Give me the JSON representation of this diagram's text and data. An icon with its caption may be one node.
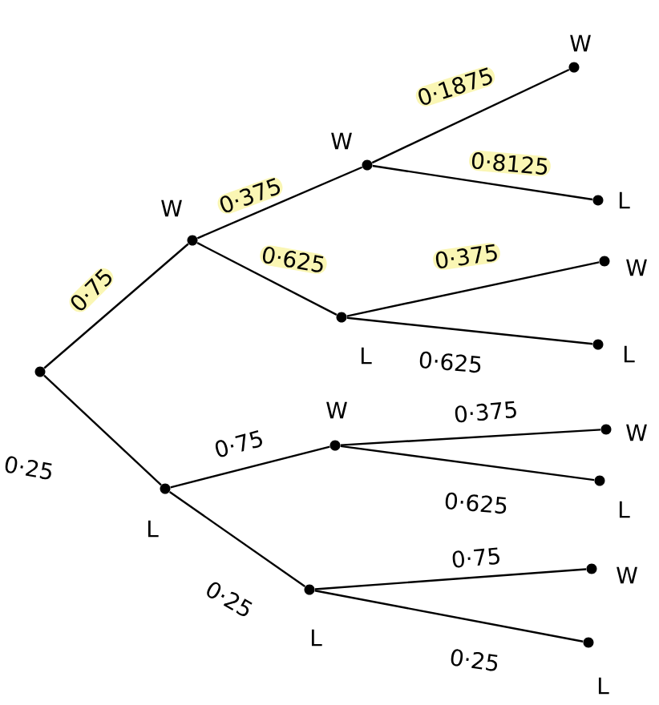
{
  "diagram": {
    "nodes": [
      {
        "text": [],
        "shape": "circle"
      },
      {
        "text": [],
        "shape": "circle",
        "beside": [
          "W"
        ]
      },
      {
        "text": [],
        "shape": "circle",
        "beside": [
          "W"
        ]
      },
      {
        "text": [],
        "shape": "circle",
        "beside": [
          "W"
        ]
      },
      {
        "text": [],
        "shape": "circle",
        "beside": [
          "L"
        ]
      },
      {
        "text": [],
        "shape": "circle",
        "beside": [
          "L"
        ]
      },
      {
        "text": [],
        "shape": "circle",
        "beside": [
          "W"
        ]
      },
      {
        "text": [],
        "shape": "circle",
        "beside": [
          "L"
        ]
      },
      {
        "text": [],
        "shape": "circle",
        "beside": [
          "L"
        ]
      },
      {
        "text": [],
        "shape": "circle",
        "beside": [
          "W"
        ]
      },
      {
        "text": [],
        "shape": "circle",
        "beside": [
          "W"
        ]
      },
      {
        "text": [],
        "shape": "circle",
        "beside": [
          "L"
        ]
      },
      {
        "text": [],
        "shape": "circle",
        "beside": [
          "L"
        ]
      },
      {
        "text": [],
        "shape": "circle",
        "beside": [
          "W"
        ]
      },
      {
        "text": [],
        "shape": "circle",
        "beside": [
          "L"
        ]
      }
    ],
    "edges": [
      {
        "from": 0,
        "to": 1,
        "arrow": "none",
        "label": "0·75"
      },
      {
        "from": 0,
        "to": 8,
        "arrow": "none",
        "label": "0·25"
      },
      {
        "from": 1,
        "to": 2,
        "arrow": "none",
        "label": "0·375"
      },
      {
        "from": 1,
        "to": 5,
        "arrow": "none",
        "label": "0·625"
      },
      {
        "from": 2,
        "to": 3,
        "arrow": "none",
        "label": "0·1875"
      },
      {
        "from": 2,
        "to": 4,
        "arrow": "none",
        "label": "0·8125"
      },
      {
        "from": 5,
        "to": 6,
        "arrow": "none",
        "label": "0·375"
      },
      {
        "from": 5,
        "to": 7,
        "arrow": "none",
        "label": "0·625"
      },
      {
        "from": 8,
        "to": 9,
        "arrow": "none",
        "label": "0·75"
      },
      {
        "from": 8,
        "to": 12,
        "arrow": "none",
        "label": "0·25"
      },
      {
        "from": 9,
        "to": 10,
        "arrow": "none",
        "label": "0·375"
      },
      {
        "from": 9,
        "to": 11,
        "arrow": "none",
        "label": "0·625"
      },
      {
        "from": 12,
        "to": 13,
        "arrow": "none",
        "label": "0·75"
      },
      {
        "from": 12,
        "to": 14,
        "arrow": "none",
        "label": "0·25"
      }
    ]
  }
}
